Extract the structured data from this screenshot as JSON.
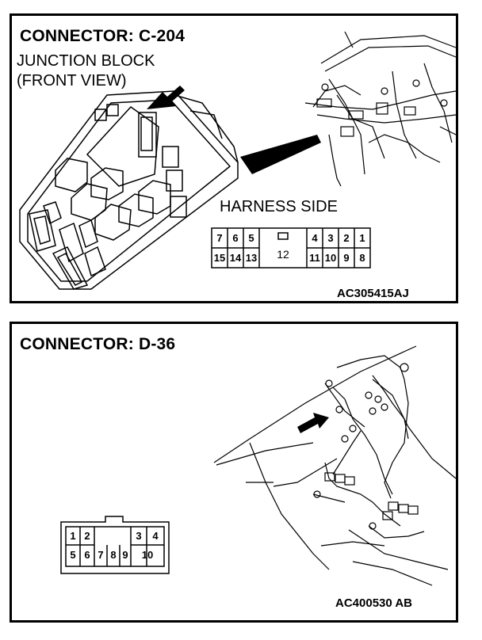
{
  "panel1": {
    "title": "CONNECTOR: C-204",
    "subtitle_line1": "JUNCTION BLOCK",
    "subtitle_line2": "(FRONT VIEW)",
    "harness_label": "HARNESS SIDE",
    "code": "AC305415AJ",
    "pins_top_left": [
      "7",
      "6",
      "5"
    ],
    "pins_top_right": [
      "4",
      "3",
      "2",
      "1"
    ],
    "pins_bottom_left": [
      "15",
      "14",
      "13"
    ],
    "pin_center": "12",
    "pins_bottom_right": [
      "11",
      "10",
      "9",
      "8"
    ]
  },
  "panel2": {
    "title": "CONNECTOR: D-36",
    "code": "AC400530 AB",
    "pins_top_left": [
      "1",
      "2"
    ],
    "pins_top_right": [
      "3",
      "4"
    ],
    "pins_bottom": [
      "5",
      "6",
      "7",
      "8",
      "9",
      "10"
    ]
  }
}
